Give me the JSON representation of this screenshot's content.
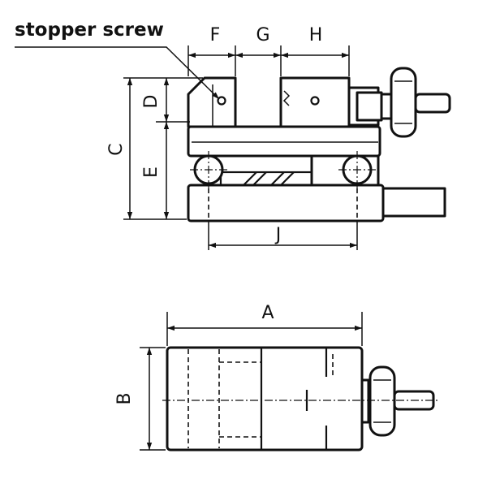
{
  "callout": {
    "stopper_screw": "stopper screw"
  },
  "dimensions": {
    "A": "A",
    "B": "B",
    "C": "C",
    "D": "D",
    "E": "E",
    "F": "F",
    "G": "G",
    "H": "H",
    "J": "J"
  },
  "colors": {
    "ink": "#111111",
    "paper": "#ffffff"
  }
}
